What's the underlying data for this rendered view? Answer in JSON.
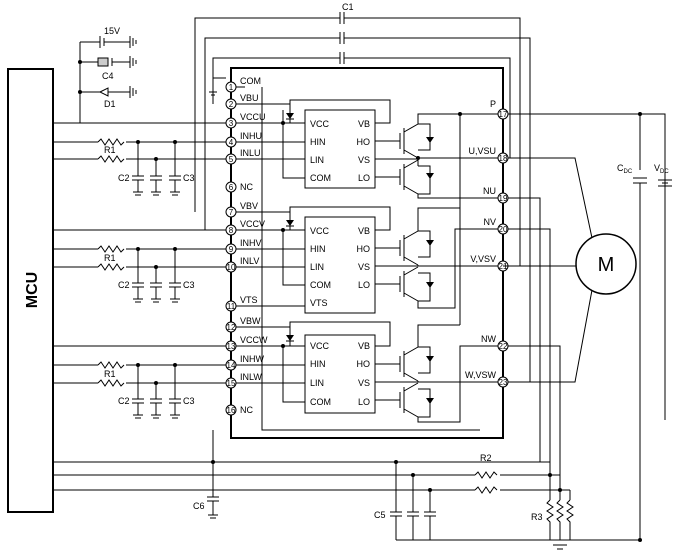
{
  "mcu_label": "MCU",
  "motor_label": "M",
  "top_parts": {
    "c1": "C1",
    "v15": "15V",
    "c4": "C4",
    "d1": "D1"
  },
  "pins": [
    {
      "num": "1",
      "name": "COM"
    },
    {
      "num": "2",
      "name": "VBU"
    },
    {
      "num": "3",
      "name": "VCCU"
    },
    {
      "num": "4",
      "name": "INHU"
    },
    {
      "num": "5",
      "name": "INLU"
    },
    {
      "num": "6",
      "name": "NC"
    },
    {
      "num": "7",
      "name": "VBV"
    },
    {
      "num": "8",
      "name": "VCCV"
    },
    {
      "num": "9",
      "name": "INHV"
    },
    {
      "num": "10",
      "name": "INLV"
    },
    {
      "num": "11",
      "name": "VTS"
    },
    {
      "num": "12",
      "name": "VBW"
    },
    {
      "num": "13",
      "name": "VCCW"
    },
    {
      "num": "14",
      "name": "INHW"
    },
    {
      "num": "15",
      "name": "INLW"
    },
    {
      "num": "16",
      "name": "NC"
    }
  ],
  "right_pins": [
    {
      "num": "17",
      "name": "P"
    },
    {
      "num": "18",
      "name": "U,VSU"
    },
    {
      "num": "19",
      "name": "NU"
    },
    {
      "num": "20",
      "name": "NV"
    },
    {
      "num": "21",
      "name": "V,VSV"
    },
    {
      "num": "22",
      "name": "NW"
    },
    {
      "num": "23",
      "name": "W,VSW"
    }
  ],
  "drivers": [
    {
      "left": [
        "VCC",
        "HIN",
        "LIN",
        "COM"
      ],
      "right": [
        "VB",
        "HO",
        "VS",
        "LO"
      ]
    },
    {
      "left": [
        "VCC",
        "HIN",
        "LIN",
        "COM",
        "VTS"
      ],
      "right": [
        "VB",
        "HO",
        "VS",
        "LO"
      ]
    },
    {
      "left": [
        "VCC",
        "HIN",
        "LIN",
        "COM"
      ],
      "right": [
        "VB",
        "HO",
        "VS",
        "LO"
      ]
    }
  ],
  "filter_labels": {
    "r1": "R1",
    "c2": "C2",
    "c3": "C3"
  },
  "bottom": {
    "r2": "R2",
    "r3": "R3",
    "c5": "C5",
    "c6": "C6"
  },
  "dc": {
    "cdc_main": "C",
    "cdc_sub": "DC",
    "vdc_main": "V",
    "vdc_sub": "DC"
  }
}
